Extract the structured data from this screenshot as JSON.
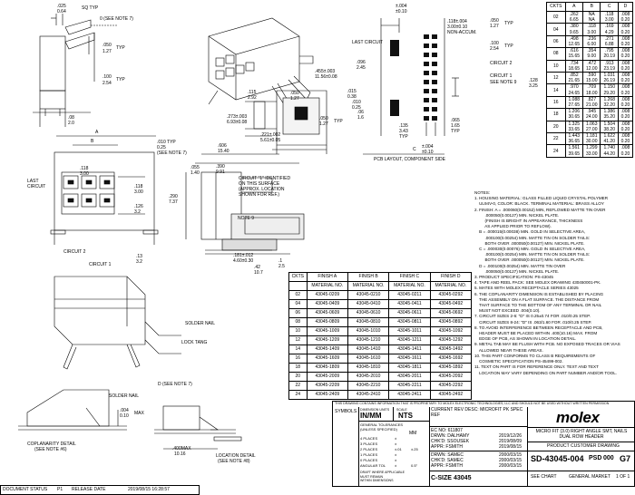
{
  "top_dims": {
    "a1": ".025",
    "a1_mm": "0.64",
    "sq_typ": "SQ TYP",
    "see_note7": "0 (SEE NOTE 7)",
    "d050_1": ".050",
    "d050_1_mm": "1.27",
    "typ1": "TYP",
    "d100_1": ".100",
    "d100_1_mm": "2.54",
    "typ2": "TYP",
    "d08": ".08",
    "d08_mm": "2.0"
  },
  "iso_dims": {
    "last_circuit": "LAST CIRCUIT",
    "d455": ".455±.003",
    "d455_mm": "11.56±0.08",
    "d273": ".273±.003",
    "d273_mm": "6.93±0.08",
    "d221": ".221±.002",
    "d221_mm": "5.61±0.05",
    "d115": ".115",
    "d115_mm": "2.92",
    "d096": ".096",
    "d096_mm": "2.45",
    "d06": ".06",
    "d06_mm": "1.6",
    "d015": ".015",
    "d015_mm": "0.38",
    "d010": ".010",
    "d010_mm": "0.25",
    "d050": ".050",
    "d050_mm": "1.27",
    "d050b": ".050",
    "d050b_mm": "1.27",
    "typ": "TYP"
  },
  "pcb": {
    "d004": "±.004",
    "d004_mm": "±0.10",
    "d118": ".118±.004",
    "d118_mm": "3.00±0.10",
    "non_accum": "NON-ACCUM.",
    "d050_1": ".050",
    "d050_1_mm": "1.27",
    "typ_1": "TYP",
    "d100": ".100",
    "d100_mm": "2.54",
    "typ_2": "TYP",
    "circuit2": "CIRCUIT 2",
    "circuit1": "CIRCUIT 1",
    "see_note9": "SEE NOTE 9",
    "d128": ".128",
    "d128_mm": "3.25",
    "d135": ".135",
    "d135_mm": "3.43",
    "d065": ".065",
    "d065_mm": "1.65",
    "typ_3": "TYP",
    "typ_4": "TYP",
    "c": "C",
    "d004b": "±.004",
    "d004b_mm": "±0.10",
    "layout_label": "PCB LAYOUT, COMPONENT SIDE"
  },
  "front": {
    "a": "A",
    "b": "B",
    "d010": ".010 TYP",
    "d010_mm": "0.25",
    "see_note7": "(SEE NOTE 7)",
    "d118": ".118",
    "d118_mm": "3.00",
    "d118b": ".118",
    "d118b_mm": "3.00",
    "d126": ".126",
    "d126_mm": "3.2",
    "d13": ".13",
    "d13_mm": "3.2",
    "last_circuit": "LAST\nCIRCUIT",
    "circuit2": "CIRCUIT 2",
    "circuit1": "CIRCUIT 1"
  },
  "side": {
    "d606": ".606",
    "d606_mm": "15.40",
    "d390": ".390",
    "d390_mm": "9.91",
    "d055": ".055",
    "d055_mm": "1.40",
    "d290": ".290",
    "d290_mm": "7.37",
    "d181": ".181±.012",
    "d181_mm": "4.60±0.30",
    "d42": ".42",
    "d42_mm": "10.7",
    "d1": ".1",
    "d1_mm": "2.5",
    "circuit_ident": "CIRCUIT \"1\" IDENTIFIED\nON THIS SURFACE\n(APPROX. LOCATION\nSHOWN FOR REF.)",
    "see_note9": "NOTE 9"
  },
  "lower": {
    "solder_nail": "SOLDER NAIL",
    "lock_tang": "LOCK TANG",
    "solder_nail2": "SOLDER NAIL",
    "d_see_note7": "D (SEE NOTE 7)",
    "d004": ".004",
    "d004_mm": "0.10",
    "max": "MAX",
    "coplanarity_detail": "COPLANARITY DETAIL",
    "coplanarity_note": "(SEE NOTE #6)",
    "d400": ".400MAX",
    "d400_mm": "10.16",
    "location_detail": "LOCATION DETAIL",
    "location_note": "(SEE NOTE #8)"
  },
  "dim_table": {
    "headers": [
      "CKTS",
      "A",
      "B",
      "C",
      "D"
    ],
    "rows": [
      [
        "02",
        ".262\n6.65",
        "NA\nNA",
        ".118\n3.00",
        ".008\n0.20"
      ],
      [
        "04",
        ".380\n9.65",
        ".118\n3.00",
        ".169\n4.29",
        ".008\n0.20"
      ],
      [
        "06",
        ".498\n12.65",
        ".236\n6.00",
        ".271\n6.88",
        ".008\n0.20"
      ],
      [
        "08",
        ".616\n15.65",
        ".354\n9.00",
        ".795\n20.19",
        ".008\n0.20"
      ],
      [
        "10",
        ".734\n18.65",
        ".472\n12.00",
        ".913\n23.19",
        ".008\n0.20"
      ],
      [
        "12",
        ".852\n21.65",
        ".590\n15.00",
        "1.031\n26.19",
        ".008\n0.20"
      ],
      [
        "14",
        ".970\n24.65",
        ".709\n18.00",
        "1.150\n29.20",
        ".008\n0.20"
      ],
      [
        "16",
        "1.088\n27.65",
        ".827\n21.00",
        "1.268\n32.20",
        ".008\n0.20"
      ],
      [
        "18",
        "1.206\n30.65",
        ".945\n24.00",
        "1.386\n35.20",
        ".008\n0.20"
      ],
      [
        "20",
        "1.325\n33.65",
        "1.063\n27.00",
        "1.504\n38.20",
        ".008\n0.20"
      ],
      [
        "22",
        "1.443\n36.65",
        "1.181\n30.00",
        "1.622\n41.20",
        ".008\n0.20"
      ],
      [
        "24",
        "1.561\n39.65",
        "1.299\n33.00",
        "1.740\n44.20",
        ".008\n0.20"
      ]
    ]
  },
  "finish_table": {
    "headers": [
      "CKTS",
      "FINISH  A",
      "FINISH  B",
      "FINISH  C",
      "FINISH  D"
    ],
    "subheaders": [
      "",
      "MATERIAL NO.",
      "MATERIAL NO.",
      "MATERIAL NO.",
      "MATERIAL NO."
    ],
    "rows": [
      [
        "02",
        "43045-0209",
        "43045-0210",
        "43045-0211",
        "43045-0292"
      ],
      [
        "04",
        "43045-0409",
        "43045-0410",
        "43045-0411",
        "43045-0492"
      ],
      [
        "06",
        "43045-0609",
        "43045-0610",
        "43045-0611",
        "43045-0692"
      ],
      [
        "08",
        "43045-0809",
        "43045-0810",
        "43045-0811",
        "43045-0892"
      ],
      [
        "10",
        "43045-1009",
        "43045-1010",
        "43045-1011",
        "43045-1092"
      ],
      [
        "12",
        "43045-1209",
        "43045-1210",
        "43045-1211",
        "43045-1292"
      ],
      [
        "14",
        "43045-1409",
        "43045-1410",
        "43045-1411",
        "43045-1492"
      ],
      [
        "16",
        "43045-1609",
        "43045-1610",
        "43045-1611",
        "43045-1692"
      ],
      [
        "18",
        "43045-1809",
        "43045-1810",
        "43045-1811",
        "43045-1892"
      ],
      [
        "20",
        "43045-2009",
        "43045-2010",
        "43045-2011",
        "43045-2092"
      ],
      [
        "22",
        "43045-2209",
        "43045-2210",
        "43045-2211",
        "43045-2292"
      ],
      [
        "24",
        "43045-2409",
        "43045-2410",
        "43045-2411",
        "43045-2492"
      ]
    ]
  },
  "notes": [
    "NOTES:",
    "1. HOUSING MATERIAL: GLASS FILLED LIQUID CRYSTAL POLYMER",
    "    UL94V-0, COLOR: BLACK. TERMINAL MATERIAL: BRASS ALLOY",
    "2. FINISH: A = .000060(0.00152) MIN, REFLOWED MATTE TIN OVER",
    "         .000050(0.00127) MIN. NICKEL PLATE.",
    "         (FINISH IS BRIGHT IN APPEARANCE, THICKNESS",
    "         AS APPLIED PRIOR TO REFLOW).",
    "    B = .000015(0.00038) MIN. GOLD IN SELECTIVE AREA,",
    "         .000100(0.00254) MIN. MATTE TIN ON SOLDER TAILS:",
    "         BOTH OVER .000050(0.00127) MIN. NICKEL PLATE.",
    "    C = .000030(0.00076) MIN. GOLD IN SELECTIVE AREA,",
    "         .000100(0.00254) MIN. MATTE TIN ON SOLDER TAILS:",
    "         BOTH OVER .000050(0.00127) MIN. NICKEL PLATE.",
    "    D = .000100(0.00254) MIN. MATTE TIN OVER",
    "         .000050(0.00127) MIN. NICKEL PLATE.",
    "3. PRODUCT SPECIFICATION: PS-43045",
    "4. TAPE AND REEL PACK: SEE MOLEX DRAWING 430450001-PK.",
    "5. MATES WITH MOLEX RECEPTACLE SERIES 43025",
    "6. THE COPLANARITY DIMENSION IS ESTABLISHED BY PLACING",
    "    THE ASSEMBLY ON A FLAT SURFACE. THE DISTANCE FROM",
    "    THAT SURFACE TO THE BOTTOM OF ANY TERMINAL OR NAIL",
    "    MUST NOT EXCEED .004(0.10).",
    "7. CIRCUIT SIZES 2-6: \"D\" IS 0.25±0.74 FOR .010/0.25 STEP.",
    "    CIRCUIT SIZES 8-24: \"D\" IS .063/1.60 FOR .010/0.25 STEP.",
    "8. TO AVOID INTERFERENCE BETWEEN RECEPTACLE AND PCB,",
    "    HEADER MUST BE PLACED WITHIN .400(10.16) MAX. FROM",
    "    EDGE OF PCB, AS SHOWN IN LOCATION DETAIL.",
    "9. METAL TAB MAY BE FLUSH WITH PCB. NO EXPOSED TRACES OR VIAS",
    "    ALLOWED NEAR THESE AREAS.",
    "10. THIS PART CONFORMS TO CLASS B REQUIREMENTS OF",
    "    COSMETIC SPECIFICATION PS-45499-002.",
    "11. TEXT ON PART IS FOR REFERENCE ONLY. TEXT AND TEXT",
    "    LOCATION MAY VARY DEPENDING ON PART NUMBER AND/OR TOOL."
  ],
  "title_block": {
    "confidential": "THIS DRAWING CONTAINS INFORMATION THAT IS PROPRIETARY TO MOLEX ELECTRONIC TECHNOLOGIES, LLC AND SHOULD NOT BE USED WITHOUT WRITTEN PERMISSION",
    "dimension_units": "DIMENSION UNITS",
    "in_mm": "IN/MM",
    "scale": "SCALE",
    "nts": "NTS",
    "current_rev": "CURRENT REV DESC: MICROFIT PK SPEC",
    "ref": "REF",
    "general_tol": "GENERAL TOLERANCES\n(UNLESS SPECIFIED)",
    "tol_rows": [
      [
        "4 PLACES",
        "±",
        ""
      ],
      [
        "3 PLACES",
        "±",
        ""
      ],
      [
        "2 PLACES",
        "±.01",
        "±.25"
      ],
      [
        "1 PLACES",
        "±",
        ""
      ],
      [
        "0 PLACES",
        "±",
        ""
      ],
      [
        "ANGULAR TOL",
        "±",
        "0.5°"
      ]
    ],
    "mm_label": "MM",
    "ec_no": "EC NO:  611807",
    "drwn": "DRWN:  DALHAMY",
    "chkd": "CHK'D:  SSOUSEK",
    "appr": "APPR:  FSMITH",
    "date1": "2019/12/26",
    "date2": "2019/08/09",
    "date3": "2019/08/15",
    "drwn2": "DRWN:  SAMEC",
    "chkd2": "CHK'D:  SAMEC",
    "appr2": "APPR:  FSMITH",
    "date4": "2000/03/15",
    "date5": "2000/03/15",
    "date6": "2000/03/15",
    "brand": "molex",
    "title": "MICRO FIT (3.0) RIGHT ANGLE SMT, NAILS\nDUAL ROW HEADER",
    "product_drawing": "PRODUCT CUSTOMER DRAWING",
    "doc_number": "SD-43045-004",
    "psd": "PSD",
    "num000": "000",
    "rev": "G7",
    "c_size": "C-SIZE",
    "series": "43045",
    "see_chart": "SEE CHART",
    "general_market": "GENERAL MARKET",
    "sheet": "1 OF 1",
    "draft_note": "DRAFT WHERE APPLICABLE\nMUST REMAIN\nWITHIN DIMENSIONS",
    "symbols": "SYMBOLS"
  },
  "status_bar": {
    "doc_status": "DOCUMENT STATUS",
    "p1": "P1",
    "release_date": "RELEASE DATE",
    "release_value": "2019/08/15   16:28:57"
  }
}
